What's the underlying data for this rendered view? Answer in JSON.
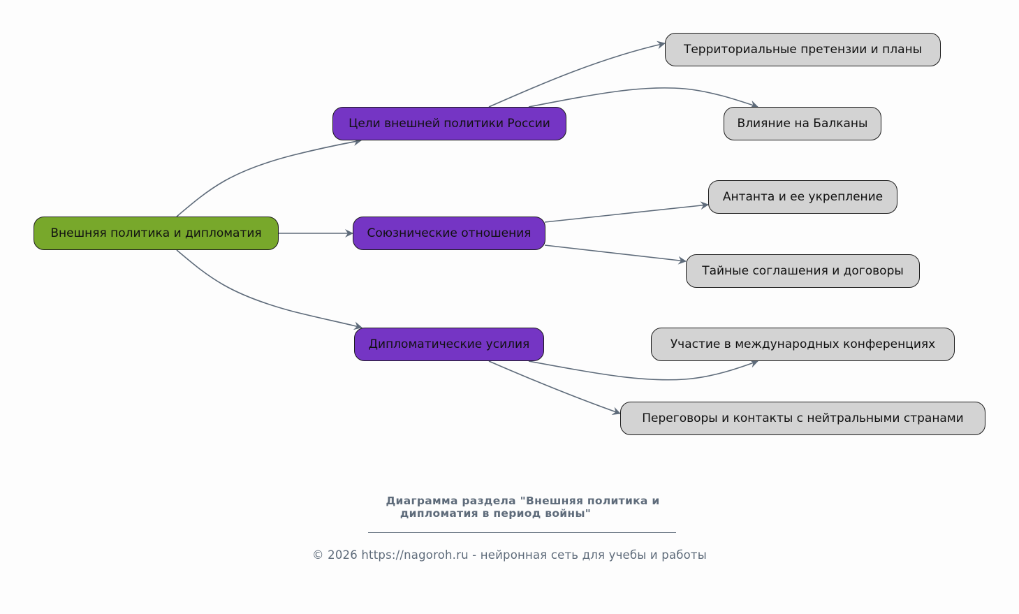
{
  "diagram": {
    "type": "mind-map",
    "edge_color": "#5e6b7a",
    "node_colors": {
      "root": "#78a82b",
      "branch": "#7535c4",
      "leaf": "#d3d3d3"
    },
    "root": {
      "id": "root",
      "label": "Внешняя политика и дипломатия"
    },
    "branches": [
      {
        "id": "b1",
        "label": "Цели внешней политики России",
        "children": [
          {
            "id": "l1",
            "label": "Территориальные претензии и планы"
          },
          {
            "id": "l2",
            "label": "Влияние на Балканы"
          }
        ]
      },
      {
        "id": "b2",
        "label": "Союзнические отношения",
        "children": [
          {
            "id": "l3",
            "label": "Антанта и ее укрепление"
          },
          {
            "id": "l4",
            "label": "Тайные соглашения и договоры"
          }
        ]
      },
      {
        "id": "b3",
        "label": "Дипломатические усилия",
        "children": [
          {
            "id": "l5",
            "label": "Участие в международных конференциях"
          },
          {
            "id": "l6",
            "label": "Переговоры и контакты с нейтральными странами"
          }
        ]
      }
    ]
  },
  "caption": {
    "title_line1": "Диаграмма раздела \"Внешняя политика и",
    "title_line2": "дипломатия в период войны\"",
    "copyright": "© 2026 https://nagoroh.ru - нейронная сеть для учебы и работы"
  }
}
